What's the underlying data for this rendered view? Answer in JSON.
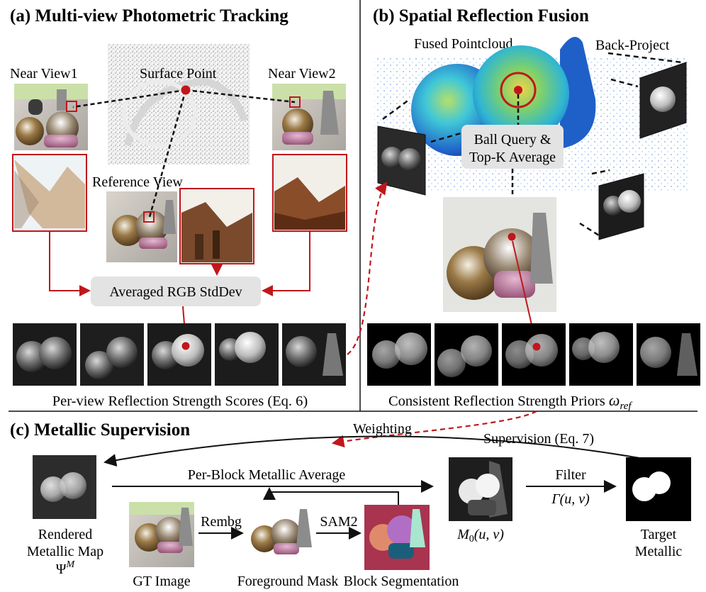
{
  "panel_a": {
    "title": "(a) Multi-view Photometric Tracking",
    "near_view1": "Near View1",
    "near_view2": "Near View2",
    "surface_point": "Surface Point",
    "reference_view": "Reference View",
    "averaged_box": "Averaged RGB StdDev",
    "caption": "Per-view Reflection Strength Scores (Eq. 6)"
  },
  "panel_b": {
    "title": "(b) Spatial Reflection Fusion",
    "fused_pointcloud": "Fused Pointcloud",
    "back_project": "Back-Project",
    "ball_query_line1": "Ball Query &",
    "ball_query_line2": "Top-K Average",
    "caption": "Consistent Reflection Strength Priors ",
    "caption_symbol": "ω",
    "caption_sub": "ref"
  },
  "panel_c": {
    "title": "(c) Metallic Supervision",
    "weighting": "Weighting",
    "supervision": "Supervision (Eq. 7)",
    "per_block": "Per-Block Metallic Average",
    "filter": "Filter",
    "filter_fn": "Γ(u, v)",
    "rembg": "Rembg",
    "sam2": "SAM2",
    "rendered_line1": "Rendered",
    "rendered_line2": "Metallic Map",
    "rendered_symbol": "Ψ",
    "rendered_sup": "M",
    "gt_image": "GT Image",
    "foreground_mask": "Foreground Mask",
    "block_segmentation": "Block Segmentation",
    "m0_symbol": "M",
    "m0_sub": "0",
    "m0_args": "(u, v)",
    "target_line1": "Target",
    "target_line2": "Metallic"
  },
  "colors": {
    "accent_red": "#c0171c",
    "label_box_fill": "#e3e3e3",
    "pointcloud_blue": "#1f5fc8",
    "pointcloud_cyan": "#3fc7d8"
  }
}
